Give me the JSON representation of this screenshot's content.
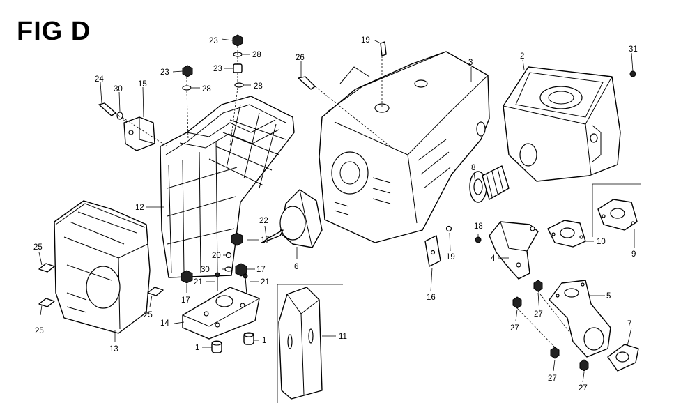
{
  "figure": {
    "title": "FIG D"
  },
  "callouts": [
    {
      "id": "c1a",
      "text": "1"
    },
    {
      "id": "c1b",
      "text": "1"
    },
    {
      "id": "c2",
      "text": "2"
    },
    {
      "id": "c3",
      "text": "3"
    },
    {
      "id": "c4",
      "text": "4"
    },
    {
      "id": "c5",
      "text": "5"
    },
    {
      "id": "c6",
      "text": "6"
    },
    {
      "id": "c7",
      "text": "7"
    },
    {
      "id": "c8",
      "text": "8"
    },
    {
      "id": "c9",
      "text": "9"
    },
    {
      "id": "c10",
      "text": "10"
    },
    {
      "id": "c11",
      "text": "11"
    },
    {
      "id": "c12",
      "text": "12"
    },
    {
      "id": "c13",
      "text": "13"
    },
    {
      "id": "c14",
      "text": "14"
    },
    {
      "id": "c15",
      "text": "15"
    },
    {
      "id": "c16",
      "text": "16"
    },
    {
      "id": "c17a",
      "text": "17"
    },
    {
      "id": "c17b",
      "text": "17"
    },
    {
      "id": "c17c",
      "text": "17"
    },
    {
      "id": "c18",
      "text": "18"
    },
    {
      "id": "c19a",
      "text": "19"
    },
    {
      "id": "c19b",
      "text": "19"
    },
    {
      "id": "c20",
      "text": "20"
    },
    {
      "id": "c21a",
      "text": "21"
    },
    {
      "id": "c21b",
      "text": "21"
    },
    {
      "id": "c22",
      "text": "22"
    },
    {
      "id": "c23a",
      "text": "23"
    },
    {
      "id": "c23b",
      "text": "23"
    },
    {
      "id": "c23c",
      "text": "23"
    },
    {
      "id": "c24",
      "text": "24"
    },
    {
      "id": "c25a",
      "text": "25"
    },
    {
      "id": "c25b",
      "text": "25"
    },
    {
      "id": "c25c",
      "text": "25"
    },
    {
      "id": "c26",
      "text": "26"
    },
    {
      "id": "c27a",
      "text": "27"
    },
    {
      "id": "c27b",
      "text": "27"
    },
    {
      "id": "c27c",
      "text": "27"
    },
    {
      "id": "c27d",
      "text": "27"
    },
    {
      "id": "c28a",
      "text": "28"
    },
    {
      "id": "c28b",
      "text": "28"
    },
    {
      "id": "c28c",
      "text": "28"
    },
    {
      "id": "c30",
      "text": "30"
    },
    {
      "id": "c31",
      "text": "31"
    }
  ]
}
